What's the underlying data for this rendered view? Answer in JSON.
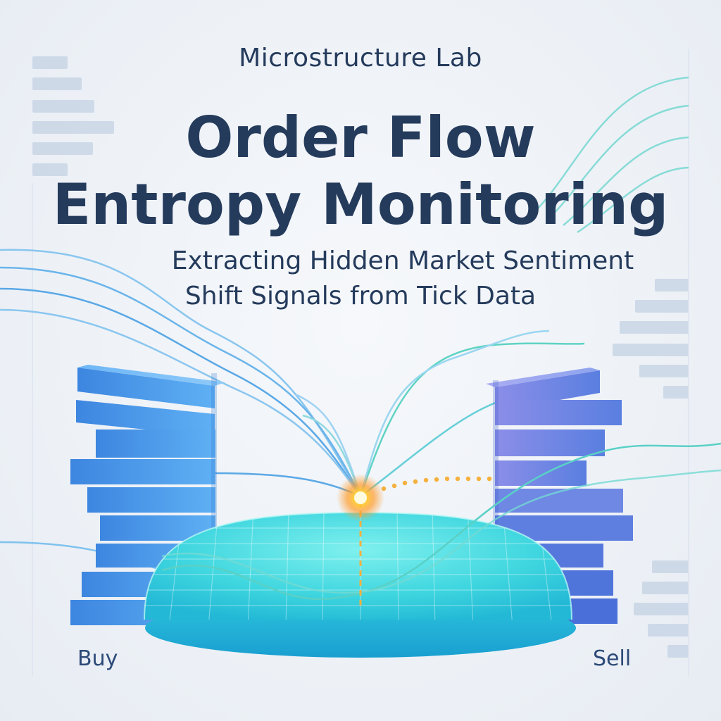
{
  "header": {
    "brand": "Microstructure Lab",
    "title_line1": "Order Flow",
    "title_line2": "Entropy Monitoring",
    "subtitle_line1": "Extracting Hidden Market Sentiment",
    "subtitle_line2": "Shift Signals from Tick Data"
  },
  "labels": {
    "buy": "Buy",
    "sell": "Sell"
  },
  "colors": {
    "buy_bars": "#4f9ef0",
    "sell_bars": "#7b86e6",
    "platform": "#33d1dc",
    "flow_blue": "#6cb8ec",
    "flow_teal": "#5fd9c4",
    "signal": "#ffb13b",
    "ghost_bars": "#c9d6e6",
    "text": "#253b5c"
  }
}
